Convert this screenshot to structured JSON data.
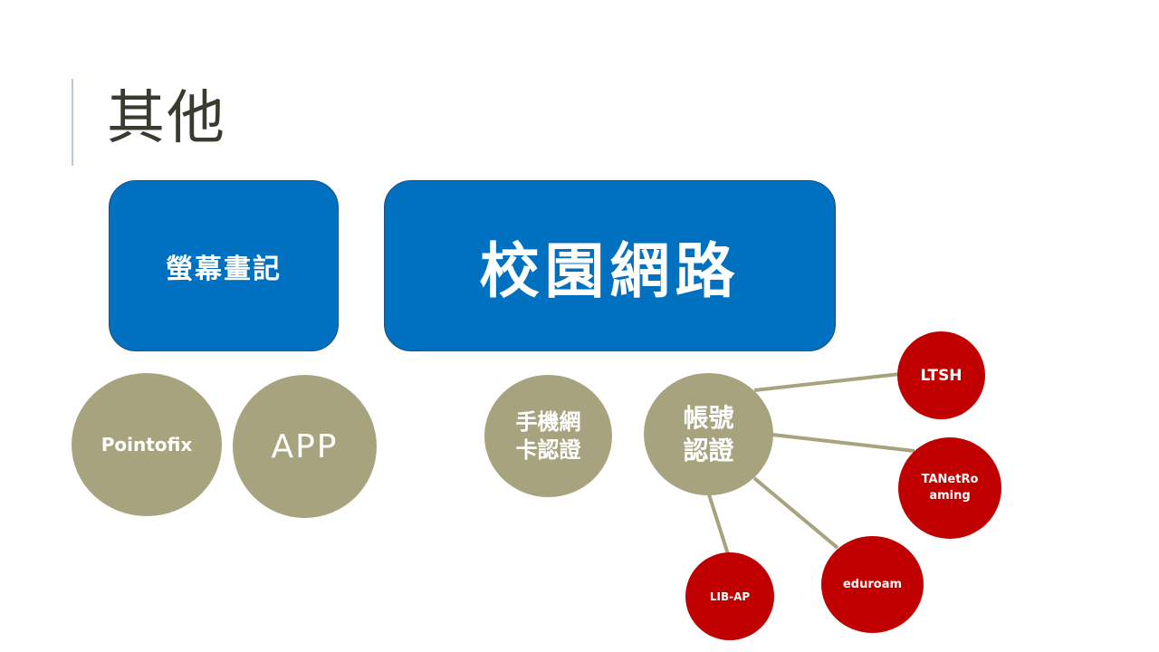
{
  "slide": {
    "title": "其他"
  },
  "boxes": {
    "screen_note": "螢幕畫記",
    "campus_network": "校園網路"
  },
  "circles": {
    "pointofix": "Pointofix",
    "app": "APP",
    "mobile_nic_auth_line1": "手機網",
    "mobile_nic_auth_line2": "卡認證",
    "account_auth_line1": "帳號",
    "account_auth_line2": "認證"
  },
  "auth_options": {
    "ltsh": "LTSH",
    "tanet_line1": "TANetRo",
    "tanet_line2": "aming",
    "eduroam": "eduroam",
    "lib_ap": "LIB-AP"
  },
  "colors": {
    "box_blue": "#0070c0",
    "circle_tan": "#a7a37e",
    "circle_red": "#c00000",
    "connector": "#a7a37e"
  }
}
